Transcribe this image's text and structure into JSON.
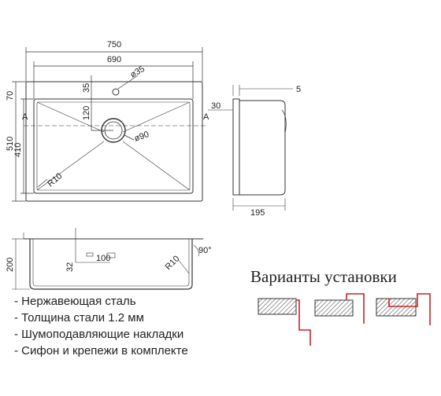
{
  "dimensions": {
    "overall_width": "750",
    "inner_width": "690",
    "drain_hole_diameter": "ø35",
    "top_offset": "70",
    "hole_offset": "35",
    "drain_offset": "120",
    "overall_depth": "510",
    "inner_depth": "410",
    "drain_diameter": "ø90",
    "corner_radius": "R10",
    "flange_height": "30",
    "flange_thickness": "5",
    "side_depth": "195",
    "bowl_height": "200",
    "drain_height": "32",
    "overflow_width": "100",
    "bottom_radius": "R10",
    "angle": "90°",
    "section_marker": "A"
  },
  "features": [
    "- Нержавеющая сталь",
    "- Толщина стали 1.2 мм",
    "- Шумоподавляющие накладки",
    "- Сифон и крепежи в комплекте"
  ],
  "install_title": "Варианты установки",
  "colors": {
    "line": "#333333",
    "accent": "#cc2222",
    "hatch": "#555555"
  }
}
